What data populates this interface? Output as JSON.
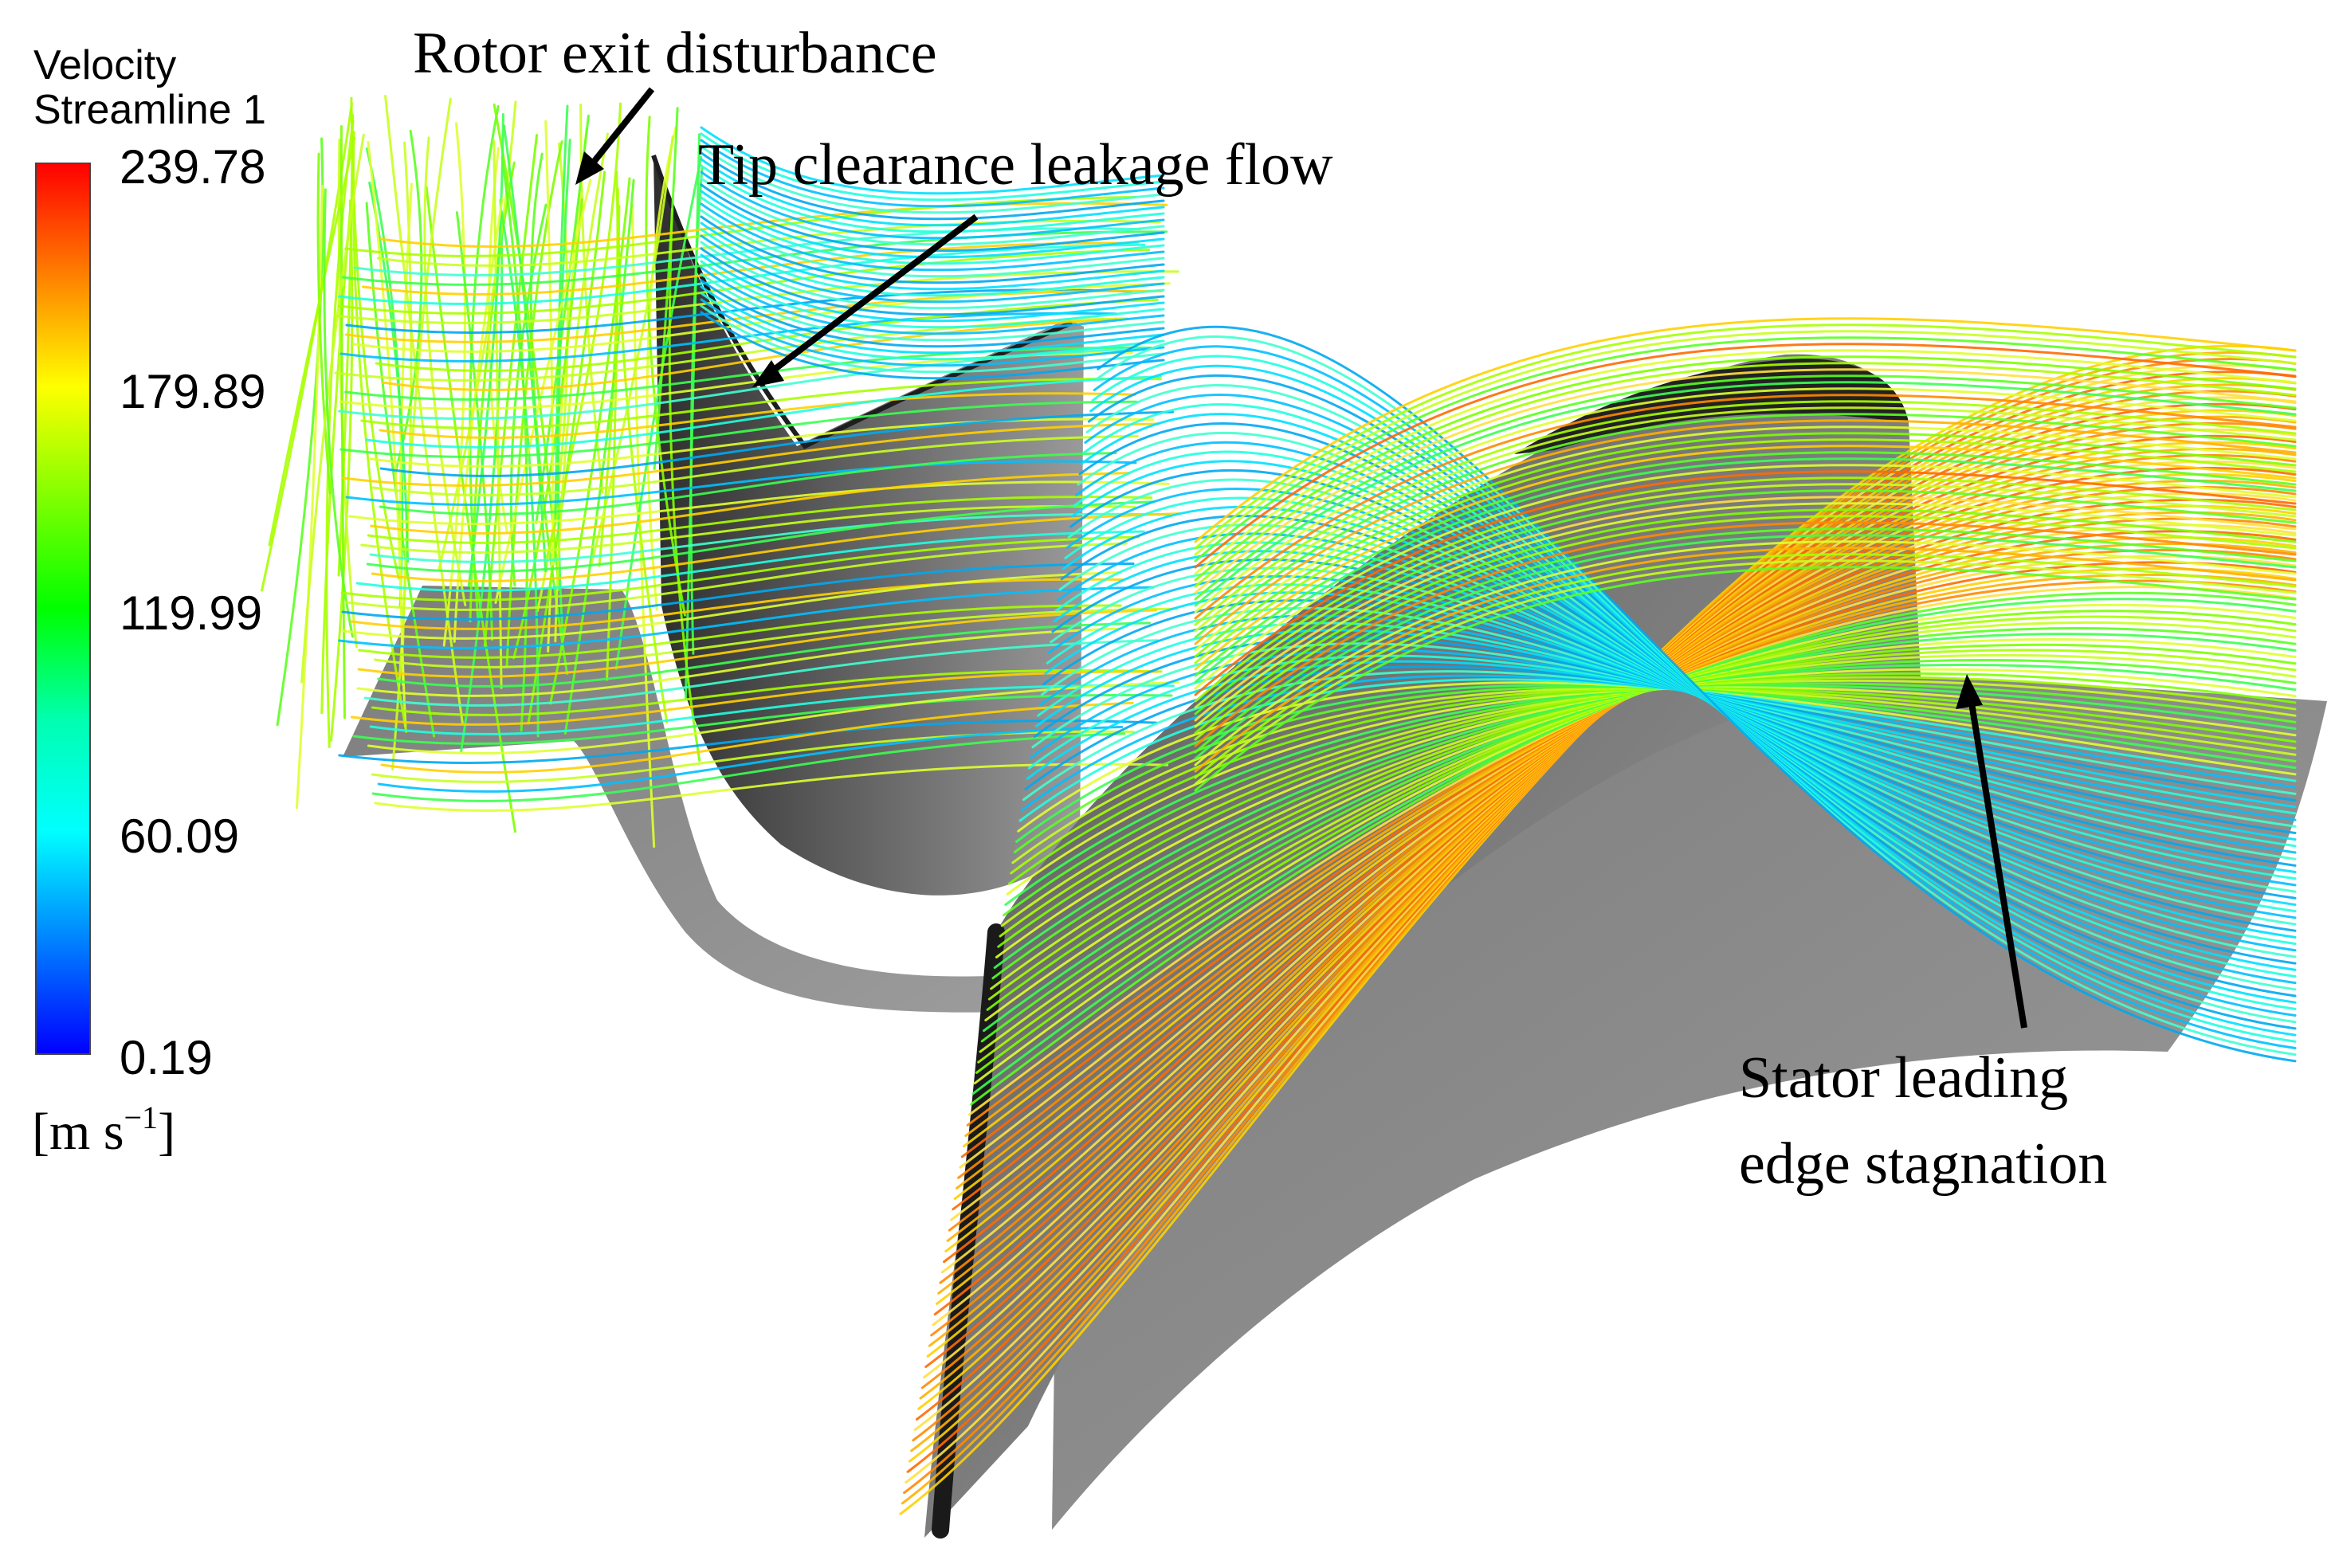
{
  "legend": {
    "title_line1": "Velocity",
    "title_line2": "Streamline 1",
    "ticks": [
      "239.78",
      "179.89",
      "119.99",
      "60.09",
      "0.19"
    ],
    "unit_base": "[m s",
    "unit_exp": "−1",
    "unit_close": "]",
    "colormap": [
      "#ff0000",
      "#ff8000",
      "#ffff00",
      "#80ff00",
      "#00ff00",
      "#00ffb0",
      "#00ffff",
      "#0080ff",
      "#0000ff"
    ]
  },
  "annotations": {
    "rotor_exit": "Rotor exit disturbance",
    "tip_clearance": "Tip clearance leakage flow",
    "stator_line1": "Stator leading",
    "stator_line2": "edge stagnation"
  },
  "colors": {
    "blade": "#7a7a7a",
    "blade_dark": "#3c3c3c",
    "hub": "#8a8a8a",
    "arrow": "#000000"
  }
}
